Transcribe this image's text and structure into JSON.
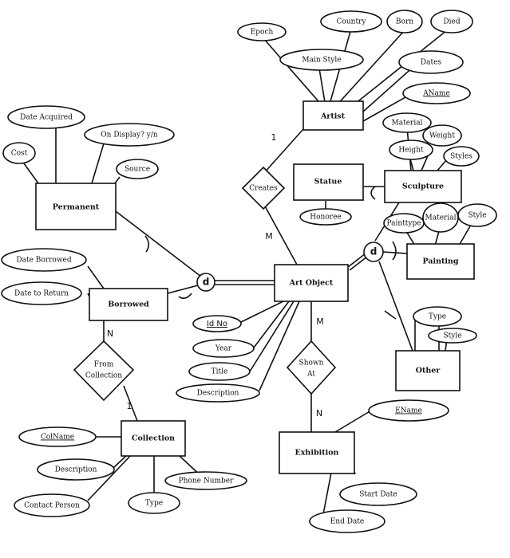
{
  "entities": {
    "artist": "Artist",
    "sculpture": "Sculpture",
    "statue": "Statue",
    "permanent": "Permanent",
    "art_object": "Art Object",
    "painting": "Painting",
    "borrowed": "Borrowed",
    "other": "Other",
    "collection": "Collection",
    "exhibition": "Exhibition"
  },
  "relationships": {
    "creates": "Creates",
    "from_collection": [
      "From",
      "Collection"
    ],
    "shown_at": [
      "Shown",
      "At"
    ]
  },
  "specializations": {
    "art_object_disjoint": "d",
    "artist_side_disjoint": "d"
  },
  "attributes": {
    "epoch": "Epoch",
    "country": "Country",
    "born": "Born",
    "died": "Died",
    "main_style": "Main Style",
    "dates": "Dates",
    "aname": "AName",
    "material_sculpture": "Material",
    "weight": "Weight",
    "height": "Height",
    "styles": "Styles",
    "honoree": "Honoree",
    "date_acquired": "Date Acquired",
    "on_display": "On Display? y/n",
    "cost": "Cost",
    "source": "Source",
    "painttype": "Painttype",
    "material_painting": "Material",
    "style_painting": "Style",
    "date_borrowed": "Date Borrowed",
    "date_to_return": "Date to Return",
    "id_no": "Id No",
    "year": "Year",
    "title": "Title",
    "description_art": "Description",
    "type_other": "Type",
    "style_other": "Style",
    "colname": "ColName",
    "description_col": "Description",
    "contact_person": "Contact Person",
    "type_col": "Type",
    "phone_number": "Phone Number",
    "ename": "EName",
    "start_date": "Start Date",
    "end_date": "End Date"
  },
  "cardinalities": {
    "creates_artist": "1",
    "creates_art": "M",
    "borrowed_n": "N",
    "collection_1": "1",
    "shown_m": "M",
    "shown_n": "N"
  }
}
